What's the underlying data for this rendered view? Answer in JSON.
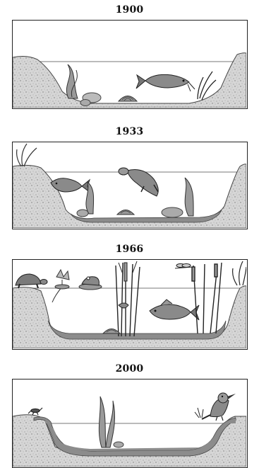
{
  "panels": [
    {
      "year": "1900"
    },
    {
      "year": "1933"
    },
    {
      "year": "1966"
    },
    {
      "year": "2000"
    }
  ],
  "icons": [
    "fish-icon",
    "turtle-icon",
    "frog-icon",
    "clam-icon",
    "plant-icon",
    "bird-icon",
    "insect-icon",
    "rock-icon"
  ],
  "colors": {
    "soil": "#d4d4d4",
    "sediment": "#8c8c8c",
    "water-line": "#666666",
    "animal": "#7a7a7a",
    "outline": "#222222"
  }
}
